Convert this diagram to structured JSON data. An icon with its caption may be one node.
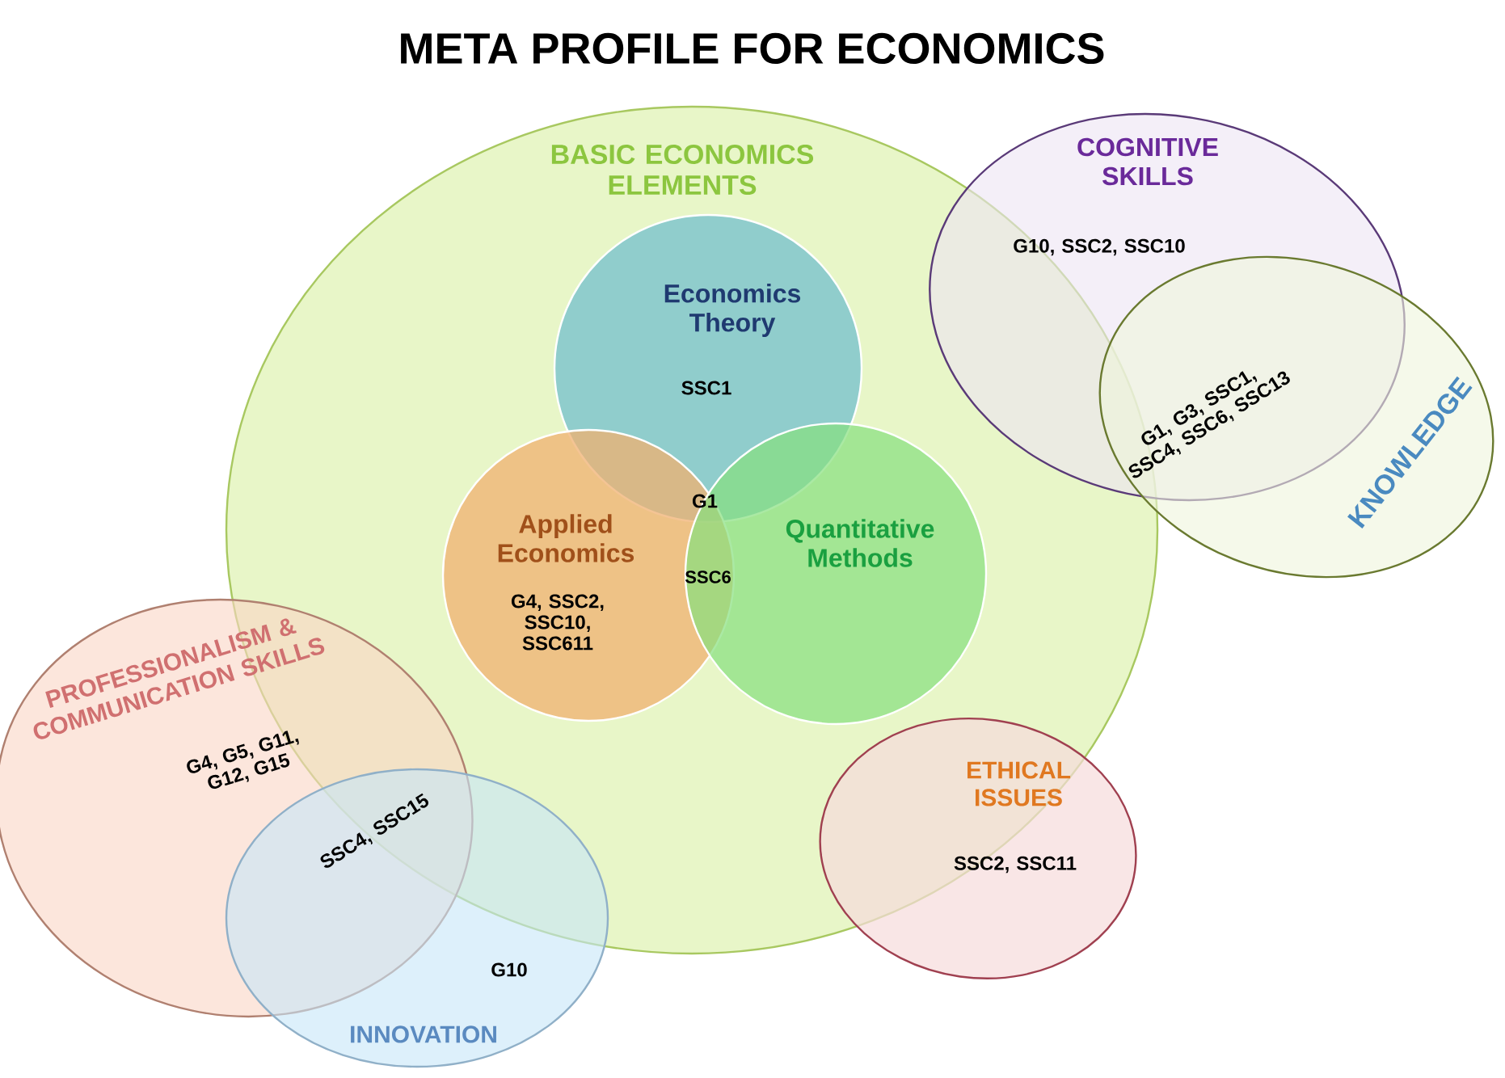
{
  "diagram": {
    "title": "META PROFILE FOR ECONOMICS",
    "nodes": [
      {
        "text": [
          "BASIC ECONOMICS ELEMENTS"
        ]
      },
      {
        "text": [
          "Economics Theory",
          "SSC1"
        ],
        "in": 0
      },
      {
        "text": [
          "Applied Economics",
          "G4, SSC2, SSC10, SSC611"
        ],
        "in": 0
      },
      {
        "text": [
          "Quantitative Methods"
        ],
        "in": 0
      },
      {
        "text": [
          "COGNITIVE SKILLS",
          "G10, SSC2, SSC10"
        ]
      },
      {
        "text": [
          "KNOWLEDGE"
        ]
      },
      {
        "text": [
          "PROFESSIONALISM & COMMUNICATION SKILLS",
          "G4, G5, G11, G12, G15"
        ]
      },
      {
        "text": [
          "G10",
          "INNOVATION"
        ]
      },
      {
        "text": [
          "ETHICAL ISSUES",
          "SSC2, SSC11"
        ]
      }
    ],
    "labels": [
      "G1",
      "SSC6",
      "G1, G3, SSC1, SSC4, SSC6, SSC13",
      "SSC4, SSC15"
    ]
  }
}
